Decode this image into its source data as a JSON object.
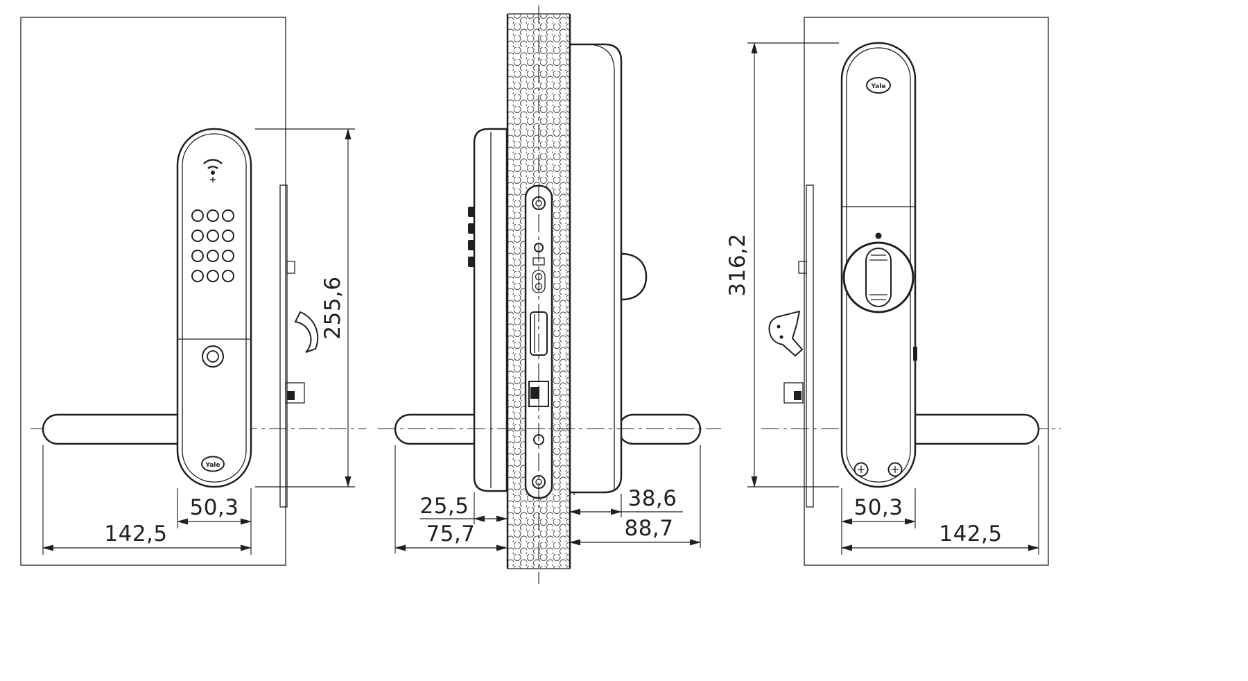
{
  "drawing": {
    "brand": "Yale",
    "front": {
      "height": "255,6",
      "body_width": "50,3",
      "overall_width": "142,5"
    },
    "section": {
      "exterior_depth": "25,5",
      "exterior_overall": "75,7",
      "interior_depth": "38,6",
      "interior_overall": "88,7"
    },
    "back": {
      "height": "316,2",
      "body_width": "50,3",
      "overall_width": "142,5"
    }
  }
}
